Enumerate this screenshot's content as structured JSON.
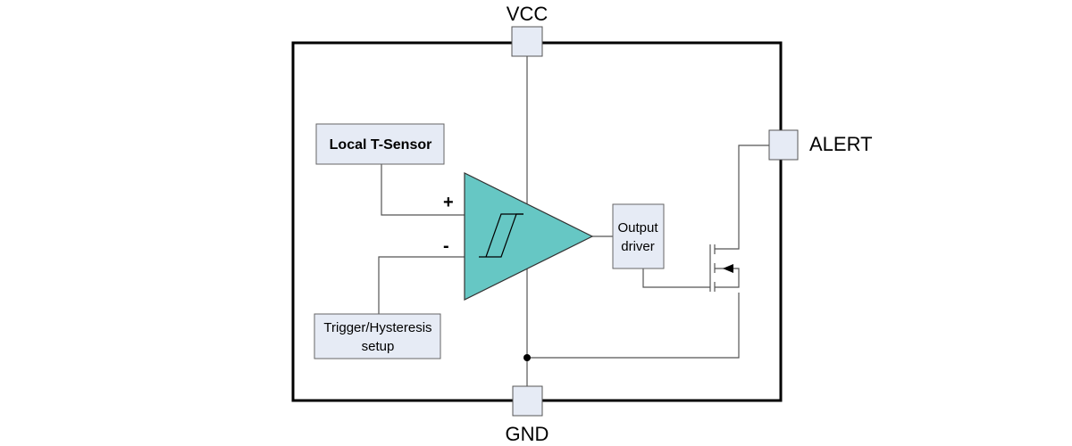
{
  "pins": {
    "vcc": "VCC",
    "gnd": "GND",
    "alert": "ALERT"
  },
  "blocks": {
    "local_sensor": "Local T-Sensor",
    "trigger_line1": "Trigger/Hysteresis",
    "trigger_line2": "setup",
    "output_driver_line1": "Output",
    "output_driver_line2": "driver"
  },
  "comparator": {
    "plus_sign": "+",
    "minus_sign": "-",
    "fill_color": "#66c7c4"
  }
}
